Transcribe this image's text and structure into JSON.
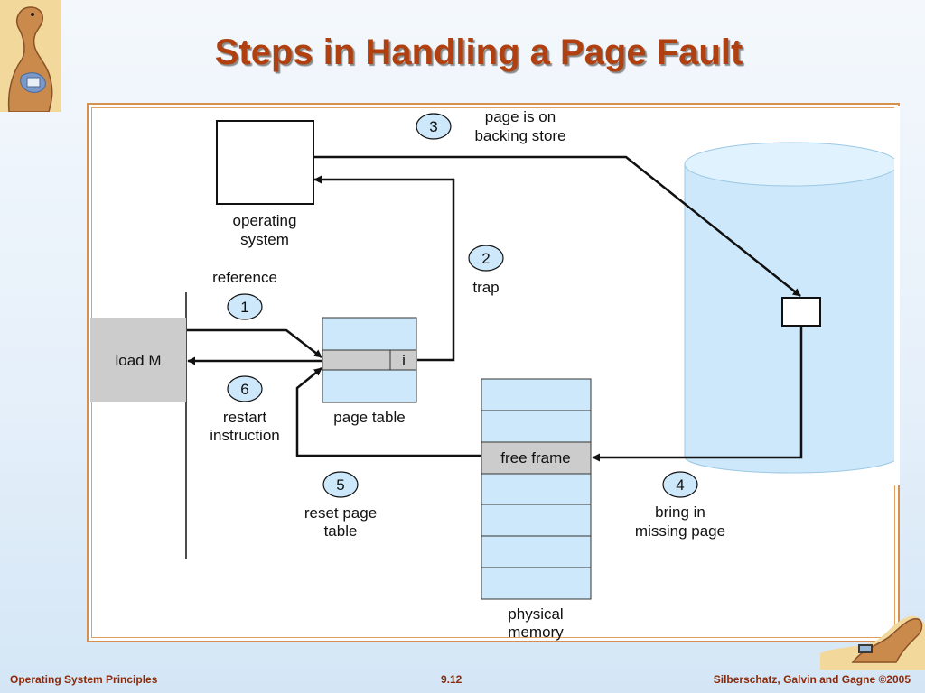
{
  "title": "Steps in Handling a Page Fault",
  "diagram": {
    "os_label_1": "operating",
    "os_label_2": "system",
    "reference": "reference",
    "load_m": "load M",
    "page_table_i": "i",
    "page_table_label": "page table",
    "restart_1": "restart",
    "restart_2": "instruction",
    "trap": "trap",
    "backing_1": "page is on",
    "backing_2": "backing store",
    "free_frame": "free frame",
    "physical_1": "physical",
    "physical_2": "memory",
    "reset_1": "reset page",
    "reset_2": "table",
    "bring_1": "bring in",
    "bring_2": "missing page",
    "steps": [
      "1",
      "2",
      "3",
      "4",
      "5",
      "6"
    ]
  },
  "footer": {
    "left": "Operating System Principles",
    "center": "9.12",
    "right": "Silberschatz, Galvin and Gagne ©2005"
  },
  "colors": {
    "title": "#b04010",
    "light_blue": "#cce8fa",
    "gray_fill": "#cccccc",
    "panel_border": "#d4904c",
    "footer": "#8a2a0a"
  }
}
